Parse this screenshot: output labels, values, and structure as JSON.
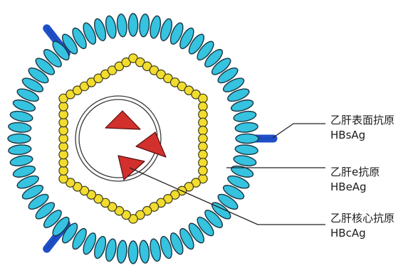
{
  "labels": {
    "surface": {
      "name": "乙肝表面抗原",
      "code": "HBsAg"
    },
    "e_antigen": {
      "name": "乙肝e抗原",
      "code": "HBeAg"
    },
    "core": {
      "name": "乙肝核心抗原",
      "code": "HBcAg"
    }
  },
  "colors": {
    "lipid_head": "#35c3e0",
    "lipid_outline": "#1b3440",
    "capsid_bead": "#f2dc2e",
    "capsid_outline": "#3a3a1a",
    "surface_protein": "#1f4fc8",
    "core_antigen": "#d2302c",
    "leader_line": "#222222"
  },
  "icons": {
    "virus": "hepatitis-b-virion",
    "surface_protein": "spike-protein-icon",
    "core_antigen": "triangle-antigen-icon"
  }
}
